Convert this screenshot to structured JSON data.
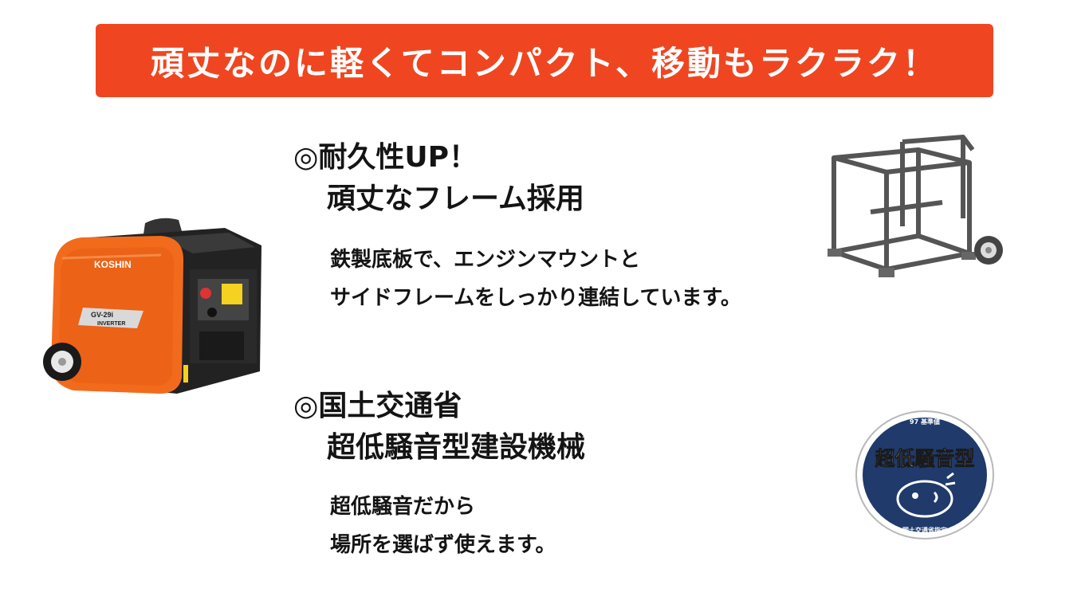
{
  "banner": {
    "title": "頑丈なのに軽くてコンパクト、移動もラクラク！",
    "color": "#ef4621"
  },
  "section1": {
    "heading_line1": "◎耐久性UP！",
    "heading_line2": "頑丈なフレーム採用",
    "body_line1": "鉄製底板で、エンジンマウントと",
    "body_line2": "サイドフレームをしっかり連結しています。"
  },
  "section2": {
    "heading_line1": "◎国土交通省",
    "heading_line2": "超低騒音型建設機械",
    "body_line1": "超低騒音だから",
    "body_line2": "場所を選ばず使えます。"
  },
  "generator": {
    "brand": "KOSHIN",
    "model": "GV-29i",
    "badge_text": "INVERTER",
    "color": "#f26b1d"
  },
  "badge": {
    "title": "超低騒音型",
    "top_text": "97 基準値",
    "bottom_text": "国土交通省指定",
    "color": "#1f3a6b"
  },
  "icons": {
    "generator": "generator-image",
    "frame": "frame-image",
    "badge": "low-noise-badge"
  }
}
